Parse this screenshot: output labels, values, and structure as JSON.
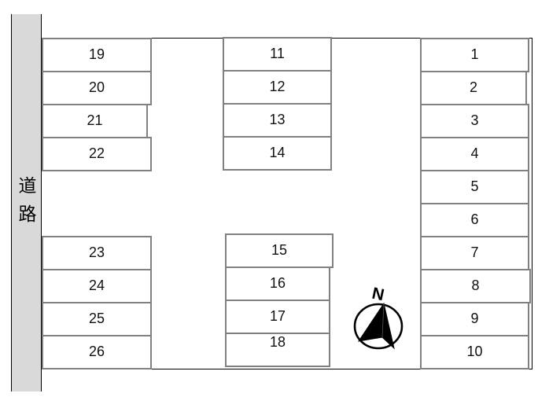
{
  "road": {
    "label": "道路"
  },
  "compass": {
    "label": "N"
  },
  "lot": {
    "groups": [
      {
        "name": "left-top",
        "spots": [
          "19",
          "20",
          "21",
          "22"
        ]
      },
      {
        "name": "left-bottom",
        "spots": [
          "23",
          "24",
          "25",
          "26"
        ]
      },
      {
        "name": "middle-top",
        "spots": [
          "11",
          "12",
          "13",
          "14"
        ]
      },
      {
        "name": "middle-bottom",
        "spots": [
          "15",
          "16",
          "17",
          "18"
        ]
      },
      {
        "name": "right",
        "spots": [
          "1",
          "2",
          "3",
          "4",
          "5",
          "6",
          "7",
          "8",
          "9",
          "10"
        ]
      }
    ]
  },
  "colors": {
    "road_fill": "#d9d9d9",
    "spot_border": "#808080",
    "boundary": "#000000",
    "spot_fill": "#ffffff"
  }
}
